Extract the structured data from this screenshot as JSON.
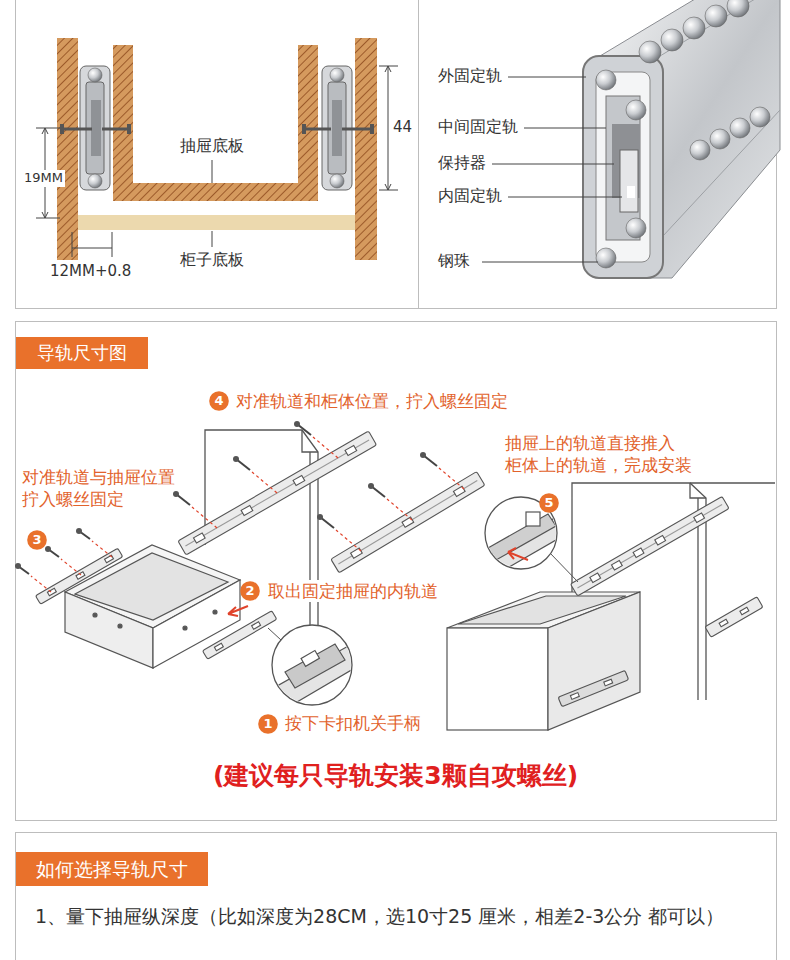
{
  "diagram": {
    "nodes": [
      {
        "text": [
          "导轨尺寸图"
        ]
      },
      {
        "text": [
          "4"
        ]
      },
      {
        "text": [
          "5"
        ]
      },
      {
        "text": [
          "3"
        ]
      },
      {
        "text": [
          "2"
        ]
      },
      {
        "text": [
          "1"
        ]
      },
      {
        "text": [
          "如何选择导轨尺寸"
        ]
      }
    ],
    "labels": [
      "19MM",
      "44",
      "抽屉底板",
      "12MM+0.8",
      "柜子底板",
      "外固定轨",
      "中间固定轨",
      "保持器",
      "内固定轨",
      "钢珠",
      "对准轨道和柜体位置，拧入螺丝固定",
      "抽屉上的轨道直接推入 柜体上的轨道，完成安装",
      "对准轨道与抽屉位置 拧入螺丝固定",
      "取出固定抽屉的内轨道",
      "按下卡扣机关手柄",
      "(建议每只导轨安装3颗自攻螺丝)",
      "1、量下抽屉纵深度（比如深度为28CM，选10寸25 厘米，相差2-3公分 都可以）"
    ]
  }
}
